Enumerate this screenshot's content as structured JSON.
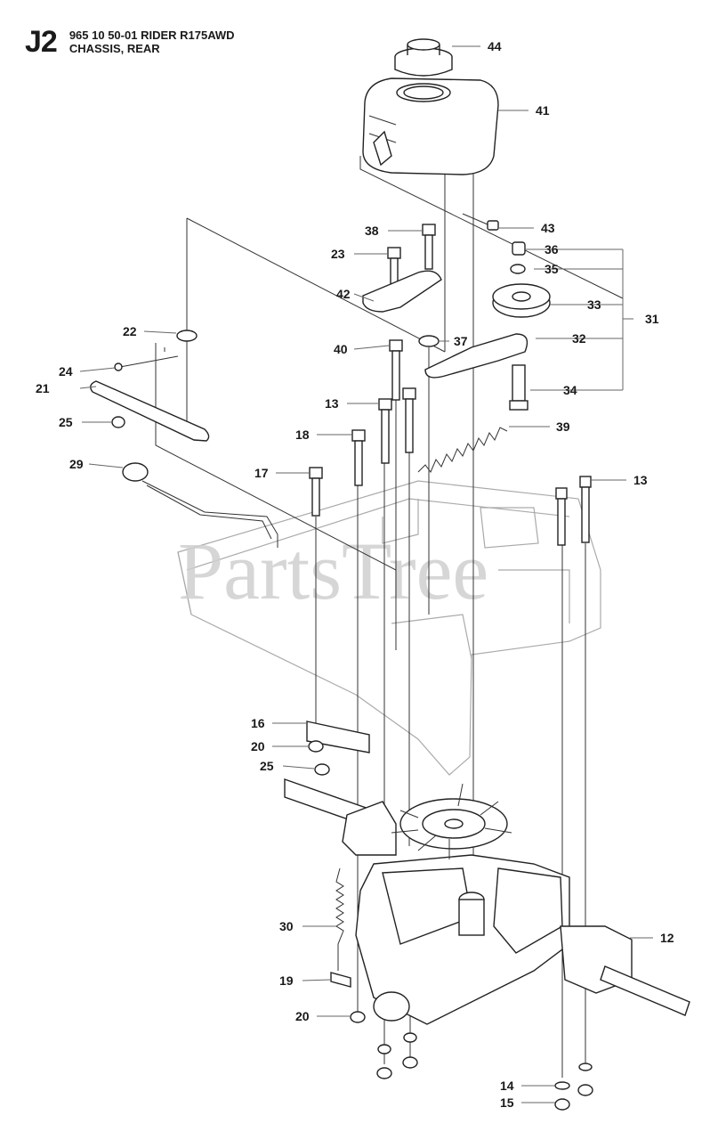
{
  "header": {
    "section_code": "J2",
    "model_line": "965 10 50-01 RIDER R175AWD",
    "section_name": "CHASSIS, REAR"
  },
  "watermark": "PartsTree",
  "callouts": [
    {
      "id": "c44",
      "label": "44"
    },
    {
      "id": "c41",
      "label": "41"
    },
    {
      "id": "c43",
      "label": "43"
    },
    {
      "id": "c38",
      "label": "38"
    },
    {
      "id": "c36",
      "label": "36"
    },
    {
      "id": "c23",
      "label": "23"
    },
    {
      "id": "c35",
      "label": "35"
    },
    {
      "id": "c42",
      "label": "42"
    },
    {
      "id": "c33",
      "label": "33"
    },
    {
      "id": "c31",
      "label": "31"
    },
    {
      "id": "c22",
      "label": "22"
    },
    {
      "id": "c37",
      "label": "37"
    },
    {
      "id": "c32",
      "label": "32"
    },
    {
      "id": "c40",
      "label": "40"
    },
    {
      "id": "c24",
      "label": "24"
    },
    {
      "id": "c21",
      "label": "21"
    },
    {
      "id": "c34",
      "label": "34"
    },
    {
      "id": "c13a",
      "label": "13"
    },
    {
      "id": "c25a",
      "label": "25"
    },
    {
      "id": "c39",
      "label": "39"
    },
    {
      "id": "c18",
      "label": "18"
    },
    {
      "id": "c29",
      "label": "29"
    },
    {
      "id": "c17",
      "label": "17"
    },
    {
      "id": "c13b",
      "label": "13"
    },
    {
      "id": "c16",
      "label": "16"
    },
    {
      "id": "c20a",
      "label": "20"
    },
    {
      "id": "c25b",
      "label": "25"
    },
    {
      "id": "c30",
      "label": "30"
    },
    {
      "id": "c12",
      "label": "12"
    },
    {
      "id": "c19",
      "label": "19"
    },
    {
      "id": "c20b",
      "label": "20"
    },
    {
      "id": "c14",
      "label": "14"
    },
    {
      "id": "c15",
      "label": "15"
    }
  ]
}
